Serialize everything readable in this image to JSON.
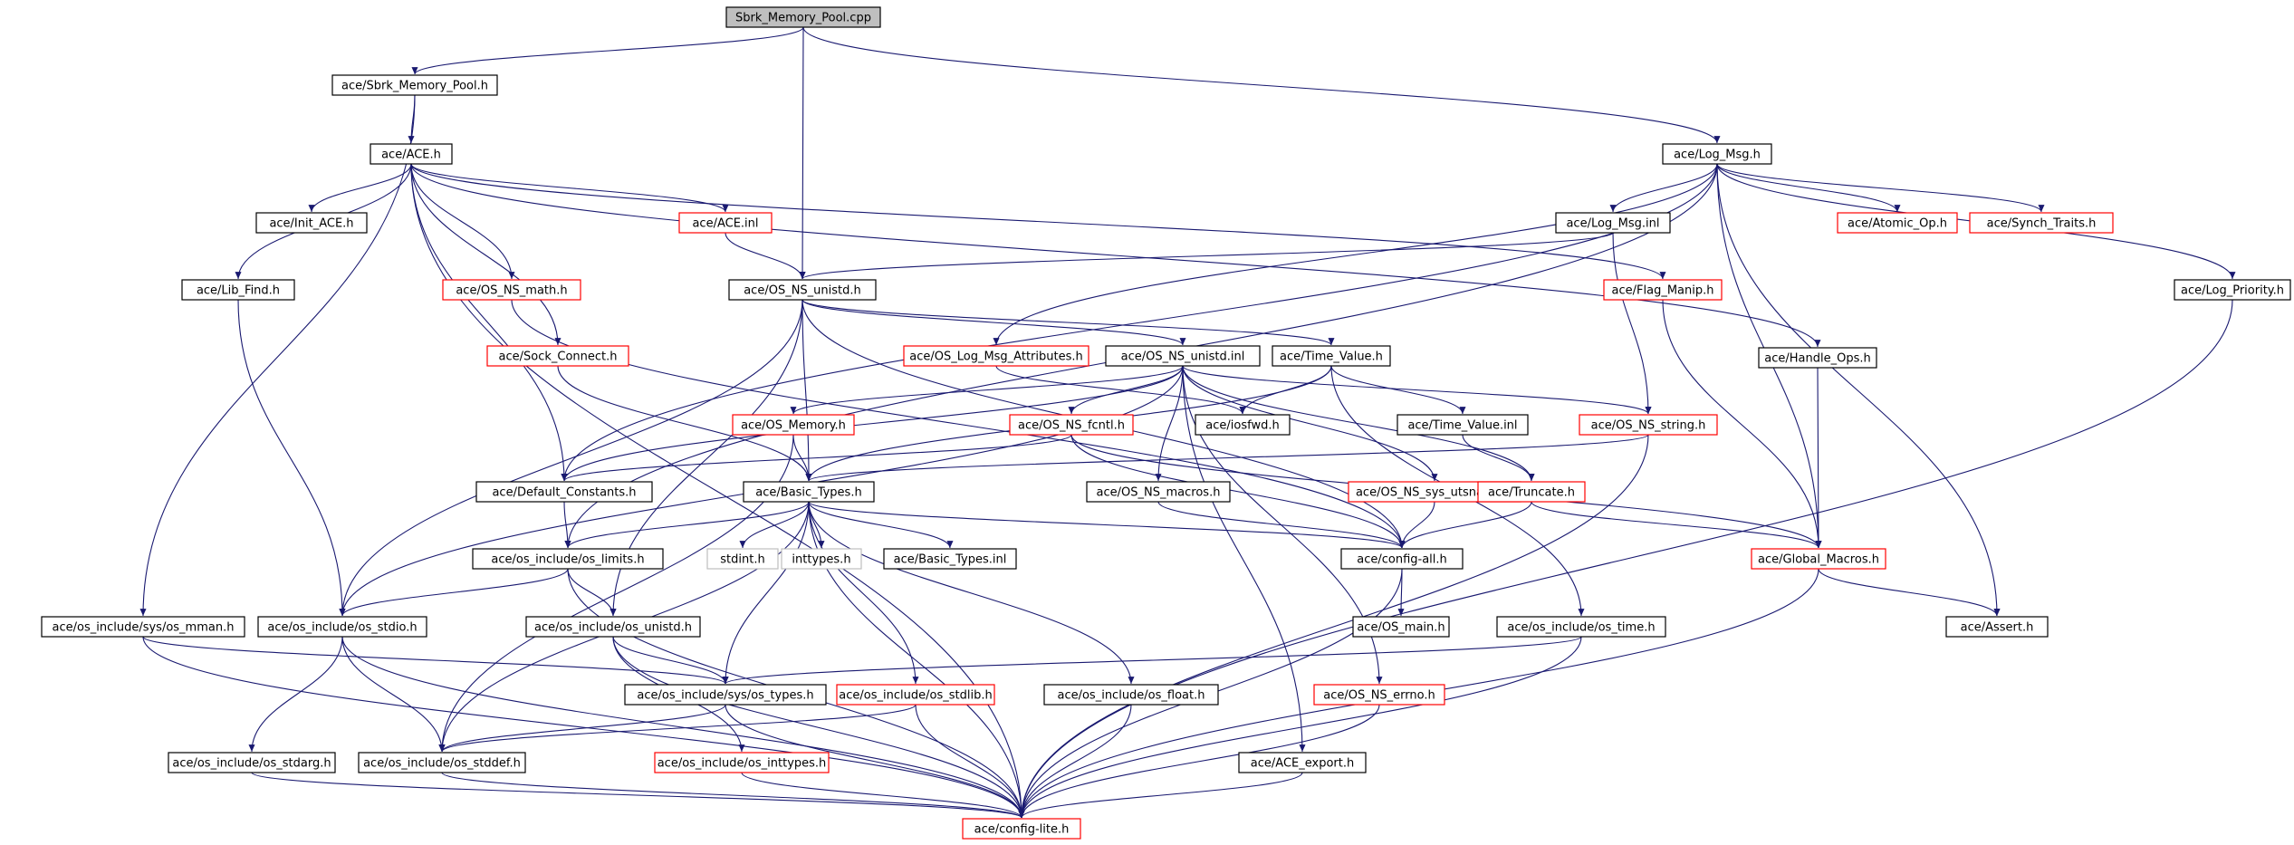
{
  "colors": {
    "edge": "#191970",
    "border_normal": "#000000",
    "border_missing": "#ff0000",
    "border_system": "#bfbfbf",
    "fill_normal": "#ffffff",
    "fill_root": "#bfbfbf"
  },
  "nodes": [
    {
      "id": "root",
      "label": "Sbrk_Memory_Pool.cpp",
      "style": "root"
    },
    {
      "id": "smp_h",
      "label": "ace/Sbrk_Memory_Pool.h",
      "style": "normal"
    },
    {
      "id": "ace_h",
      "label": "ace/ACE.h",
      "style": "normal"
    },
    {
      "id": "logmsg_h",
      "label": "ace/Log_Msg.h",
      "style": "normal"
    },
    {
      "id": "init_ace",
      "label": "ace/Init_ACE.h",
      "style": "normal"
    },
    {
      "id": "ace_inl",
      "label": "ace/ACE.inl",
      "style": "missing"
    },
    {
      "id": "logmsg_inl",
      "label": "ace/Log_Msg.inl",
      "style": "normal"
    },
    {
      "id": "atomic",
      "label": "ace/Atomic_Op.h",
      "style": "missing"
    },
    {
      "id": "synch",
      "label": "ace/Synch_Traits.h",
      "style": "missing"
    },
    {
      "id": "libfind",
      "label": "ace/Lib_Find.h",
      "style": "normal"
    },
    {
      "id": "nsmath",
      "label": "ace/OS_NS_math.h",
      "style": "missing"
    },
    {
      "id": "nsunistd_h",
      "label": "ace/OS_NS_unistd.h",
      "style": "normal"
    },
    {
      "id": "flagmanip",
      "label": "ace/Flag_Manip.h",
      "style": "missing"
    },
    {
      "id": "logprio",
      "label": "ace/Log_Priority.h",
      "style": "normal"
    },
    {
      "id": "sockconn",
      "label": "ace/Sock_Connect.h",
      "style": "missing"
    },
    {
      "id": "logattr",
      "label": "ace/OS_Log_Msg_Attributes.h",
      "style": "missing"
    },
    {
      "id": "nsunistd_inl",
      "label": "ace/OS_NS_unistd.inl",
      "style": "normal"
    },
    {
      "id": "timevalue_h",
      "label": "ace/Time_Value.h",
      "style": "normal"
    },
    {
      "id": "handleops",
      "label": "ace/Handle_Ops.h",
      "style": "normal"
    },
    {
      "id": "osmemory",
      "label": "ace/OS_Memory.h",
      "style": "missing"
    },
    {
      "id": "nsfcntl",
      "label": "ace/OS_NS_fcntl.h",
      "style": "missing"
    },
    {
      "id": "iosfwd",
      "label": "ace/iosfwd.h",
      "style": "normal"
    },
    {
      "id": "timevalue_inl",
      "label": "ace/Time_Value.inl",
      "style": "normal"
    },
    {
      "id": "nsstring",
      "label": "ace/OS_NS_string.h",
      "style": "missing"
    },
    {
      "id": "defconst",
      "label": "ace/Default_Constants.h",
      "style": "normal"
    },
    {
      "id": "basictypes",
      "label": "ace/Basic_Types.h",
      "style": "normal"
    },
    {
      "id": "nsmacros",
      "label": "ace/OS_NS_macros.h",
      "style": "normal"
    },
    {
      "id": "utsname",
      "label": "ace/OS_NS_sys_utsname.h",
      "style": "missing"
    },
    {
      "id": "truncate",
      "label": "ace/Truncate.h",
      "style": "missing"
    },
    {
      "id": "oslimits",
      "label": "ace/os_include/os_limits.h",
      "style": "normal"
    },
    {
      "id": "stdint",
      "label": "stdint.h",
      "style": "system"
    },
    {
      "id": "inttypes",
      "label": "inttypes.h",
      "style": "system"
    },
    {
      "id": "basictypes_inl",
      "label": "ace/Basic_Types.inl",
      "style": "normal"
    },
    {
      "id": "configall",
      "label": "ace/config-all.h",
      "style": "normal"
    },
    {
      "id": "globalmacros",
      "label": "ace/Global_Macros.h",
      "style": "missing"
    },
    {
      "id": "osmman",
      "label": "ace/os_include/sys/os_mman.h",
      "style": "normal"
    },
    {
      "id": "osstdio",
      "label": "ace/os_include/os_stdio.h",
      "style": "normal"
    },
    {
      "id": "osunistd",
      "label": "ace/os_include/os_unistd.h",
      "style": "normal"
    },
    {
      "id": "osmain",
      "label": "ace/OS_main.h",
      "style": "normal"
    },
    {
      "id": "ostime",
      "label": "ace/os_include/os_time.h",
      "style": "normal"
    },
    {
      "id": "assert",
      "label": "ace/Assert.h",
      "style": "normal"
    },
    {
      "id": "ostypes",
      "label": "ace/os_include/sys/os_types.h",
      "style": "normal"
    },
    {
      "id": "osstdlib",
      "label": "ace/os_include/os_stdlib.h",
      "style": "missing"
    },
    {
      "id": "osfloat",
      "label": "ace/os_include/os_float.h",
      "style": "normal"
    },
    {
      "id": "nserrno",
      "label": "ace/OS_NS_errno.h",
      "style": "missing"
    },
    {
      "id": "osstdarg",
      "label": "ace/os_include/os_stdarg.h",
      "style": "normal"
    },
    {
      "id": "osstddef",
      "label": "ace/os_include/os_stddef.h",
      "style": "normal"
    },
    {
      "id": "osinttypes",
      "label": "ace/os_include/os_inttypes.h",
      "style": "missing"
    },
    {
      "id": "aceexport",
      "label": "ace/ACE_export.h",
      "style": "normal"
    },
    {
      "id": "configlite",
      "label": "ace/config-lite.h",
      "style": "missing"
    }
  ],
  "edges": [
    [
      "root",
      "smp_h"
    ],
    [
      "root",
      "nsunistd_h"
    ],
    [
      "root",
      "logmsg_h"
    ],
    [
      "smp_h",
      "ace_h"
    ],
    [
      "smp_h",
      "osmman"
    ],
    [
      "ace_h",
      "init_ace"
    ],
    [
      "ace_h",
      "ace_inl"
    ],
    [
      "ace_h",
      "libfind"
    ],
    [
      "ace_h",
      "nsmath"
    ],
    [
      "ace_h",
      "sockconn"
    ],
    [
      "ace_h",
      "defconst"
    ],
    [
      "ace_h",
      "flagmanip"
    ],
    [
      "ace_h",
      "handleops"
    ],
    [
      "ace_h",
      "configlite"
    ],
    [
      "ace_inl",
      "nsunistd_h"
    ],
    [
      "logmsg_h",
      "logmsg_inl"
    ],
    [
      "logmsg_h",
      "atomic"
    ],
    [
      "logmsg_h",
      "synch"
    ],
    [
      "logmsg_h",
      "logprio"
    ],
    [
      "logmsg_h",
      "logattr"
    ],
    [
      "logmsg_h",
      "defconst"
    ],
    [
      "logmsg_h",
      "globalmacros"
    ],
    [
      "logmsg_h",
      "assert"
    ],
    [
      "logmsg_h",
      "oslimits"
    ],
    [
      "logmsg_inl",
      "nsunistd_h"
    ],
    [
      "logmsg_inl",
      "nsstring"
    ],
    [
      "libfind",
      "osstdio"
    ],
    [
      "nsmath",
      "configall"
    ],
    [
      "nsunistd_h",
      "nsunistd_inl"
    ],
    [
      "nsunistd_h",
      "timevalue_h"
    ],
    [
      "nsunistd_h",
      "basictypes"
    ],
    [
      "nsunistd_h",
      "osunistd"
    ],
    [
      "nsunistd_h",
      "configall"
    ],
    [
      "nsunistd_h",
      "osstdio"
    ],
    [
      "sockconn",
      "basictypes"
    ],
    [
      "logattr",
      "iosfwd"
    ],
    [
      "nsunistd_inl",
      "osmemory"
    ],
    [
      "nsunistd_inl",
      "nsfcntl"
    ],
    [
      "nsunistd_inl",
      "nsstring"
    ],
    [
      "nsunistd_inl",
      "nsmacros"
    ],
    [
      "nsunistd_inl",
      "utsname"
    ],
    [
      "nsunistd_inl",
      "truncate"
    ],
    [
      "nsunistd_inl",
      "defconst"
    ],
    [
      "nsunistd_inl",
      "osstdio"
    ],
    [
      "nsunistd_inl",
      "nserrno"
    ],
    [
      "nsunistd_inl",
      "aceexport"
    ],
    [
      "timevalue_h",
      "timevalue_inl"
    ],
    [
      "timevalue_h",
      "iosfwd"
    ],
    [
      "timevalue_h",
      "basictypes"
    ],
    [
      "timevalue_h",
      "ostime"
    ],
    [
      "timevalue_inl",
      "truncate"
    ],
    [
      "osmemory",
      "basictypes"
    ],
    [
      "osmemory",
      "osstddef"
    ],
    [
      "nsfcntl",
      "defconst"
    ],
    [
      "nsfcntl",
      "globalmacros"
    ],
    [
      "nsfcntl",
      "configall"
    ],
    [
      "nsstring",
      "basictypes"
    ],
    [
      "nsstring",
      "configlite"
    ],
    [
      "flagmanip",
      "globalmacros"
    ],
    [
      "handleops",
      "globalmacros"
    ],
    [
      "logprio",
      "configlite"
    ],
    [
      "defconst",
      "oslimits"
    ],
    [
      "basictypes",
      "oslimits"
    ],
    [
      "basictypes",
      "stdint"
    ],
    [
      "basictypes",
      "inttypes"
    ],
    [
      "basictypes",
      "basictypes_inl"
    ],
    [
      "basictypes",
      "configall"
    ],
    [
      "basictypes",
      "ostypes"
    ],
    [
      "basictypes",
      "osstdlib"
    ],
    [
      "basictypes",
      "osfloat"
    ],
    [
      "basictypes",
      "osstddef"
    ],
    [
      "basictypes",
      "configlite"
    ],
    [
      "nsmacros",
      "configall"
    ],
    [
      "utsname",
      "configall"
    ],
    [
      "truncate",
      "configall"
    ],
    [
      "truncate",
      "globalmacros"
    ],
    [
      "oslimits",
      "osunistd"
    ],
    [
      "oslimits",
      "osstdio"
    ],
    [
      "oslimits",
      "configlite"
    ],
    [
      "configall",
      "osmain"
    ],
    [
      "configall",
      "configlite"
    ],
    [
      "globalmacros",
      "assert"
    ],
    [
      "globalmacros",
      "configlite"
    ],
    [
      "osmman",
      "ostypes"
    ],
    [
      "osmman",
      "configlite"
    ],
    [
      "osstdio",
      "osstdarg"
    ],
    [
      "osstdio",
      "osstddef"
    ],
    [
      "osstdio",
      "configlite"
    ],
    [
      "osunistd",
      "ostypes"
    ],
    [
      "osunistd",
      "osinttypes"
    ],
    [
      "osunistd",
      "configlite"
    ],
    [
      "ostime",
      "ostypes"
    ],
    [
      "ostime",
      "configlite"
    ],
    [
      "ostypes",
      "osstddef"
    ],
    [
      "ostypes",
      "configlite"
    ],
    [
      "osstdlib",
      "osstddef"
    ],
    [
      "osstdlib",
      "configlite"
    ],
    [
      "osfloat",
      "configlite"
    ],
    [
      "nserrno",
      "configlite"
    ],
    [
      "osstdarg",
      "configlite"
    ],
    [
      "osstddef",
      "configlite"
    ],
    [
      "osinttypes",
      "configlite"
    ],
    [
      "aceexport",
      "configlite"
    ]
  ]
}
